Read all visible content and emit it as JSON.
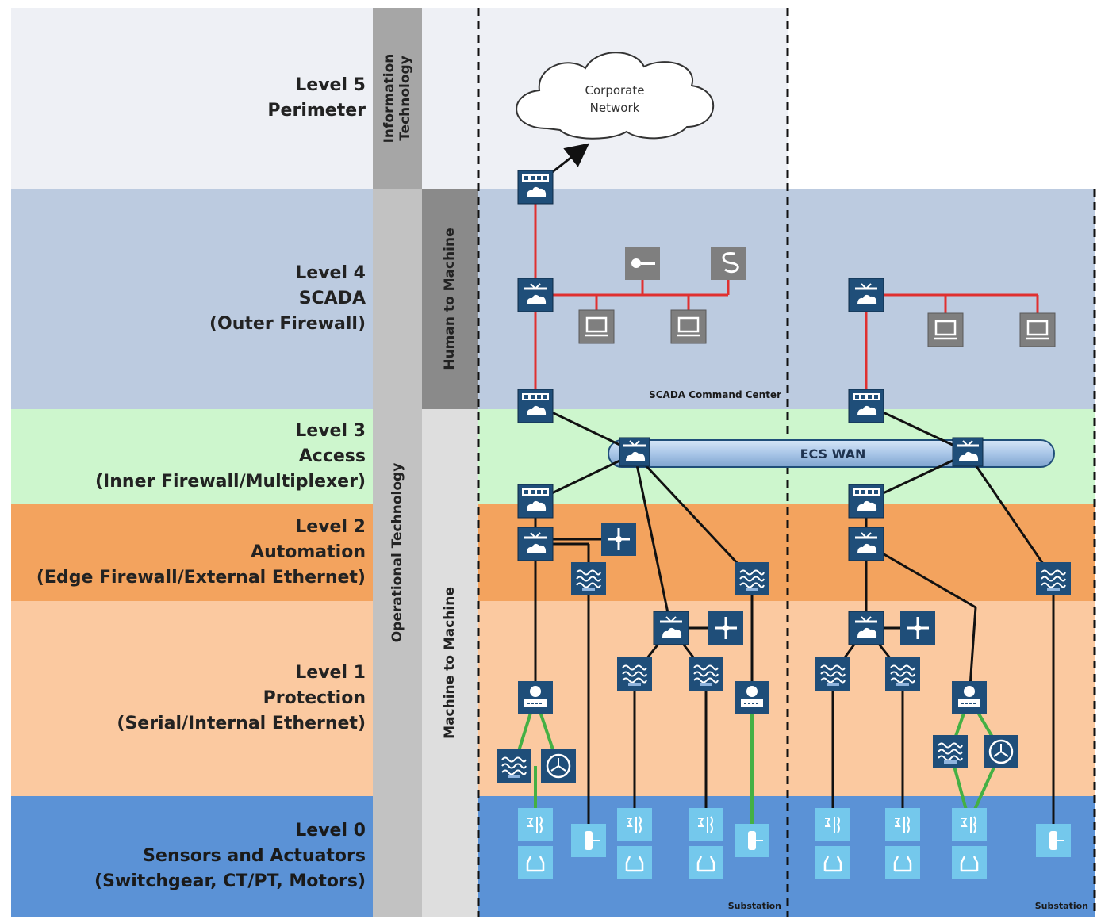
{
  "levels": [
    {
      "id": "level5",
      "lines": [
        "Level 5",
        "Perimeter"
      ]
    },
    {
      "id": "level4",
      "lines": [
        "Level 4",
        "SCADA",
        "(Outer Firewall)"
      ]
    },
    {
      "id": "level3",
      "lines": [
        "Level 3",
        "Access",
        "(Inner Firewall/Multiplexer)"
      ]
    },
    {
      "id": "level2",
      "lines": [
        "Level 2",
        "Automation",
        "(Edge Firewall/External Ethernet)"
      ]
    },
    {
      "id": "level1",
      "lines": [
        "Level 1",
        "Protection",
        "(Serial/Internal Ethernet)"
      ]
    },
    {
      "id": "level0",
      "lines": [
        "Level 0",
        "Sensors and Actuators",
        "(Switchgear, CT/PT, Motors)"
      ]
    }
  ],
  "domains": {
    "information_technology": [
      "Information",
      "Technology"
    ],
    "operational_technology": "Operational Technology",
    "human_to_machine": "Human to Machine",
    "machine_to_machine": "Machine to Machine"
  },
  "diagram": {
    "cloud_label": [
      "Corporate",
      "Network"
    ],
    "wan_label": "ECS WAN",
    "scada_center_label": "SCADA Command Center",
    "substation_label_1": "Substation",
    "substation_label_2": "Substation"
  },
  "colors": {
    "device_fill": "#1f4e79",
    "level0_device_fill": "#74c8ec",
    "link_red": "#e03030",
    "link_black": "#111111",
    "link_green": "#44b044",
    "wan_fill": "#a9c6e8"
  }
}
